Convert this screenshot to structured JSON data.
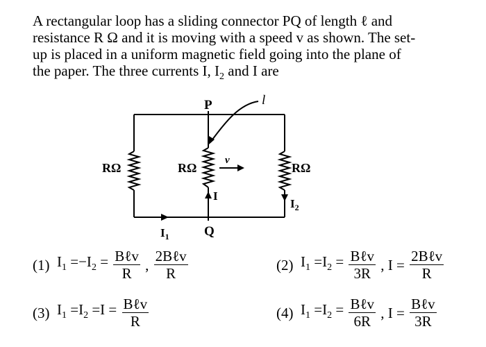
{
  "question": {
    "line1": "A rectangular loop has a sliding connector PQ of length ℓ and",
    "line2": "resistance R Ω and it is moving with a speed v as shown. The set-",
    "line3": "up is placed in a uniform magnetic field going into the plane of",
    "line4_a": "the paper. The three currents I, I",
    "line4_sub": "2",
    "line4_b": " and I are"
  },
  "circuit": {
    "label_P": "P",
    "label_Q": "Q",
    "label_l": "l",
    "label_R_left": "RΩ",
    "label_R_middle": "RΩ",
    "label_R_right": "RΩ",
    "label_v": "v",
    "label_I": "I",
    "label_I1_main": "I",
    "label_I1_sub": "1",
    "label_I2_main": "I",
    "label_I2_sub": "2"
  },
  "options": {
    "opt1": {
      "number": "(1)",
      "lhs_a": "I",
      "lhs_sub1": "1",
      "lhs_b": " =−I",
      "lhs_sub2": "2",
      "lhs_c": " =",
      "frac1_num": "Bℓv",
      "frac1_den": "R",
      "sep": ",",
      "frac2_num": "2Bℓv",
      "frac2_den": "R"
    },
    "opt2": {
      "number": "(2)",
      "lhs_a": "I",
      "lhs_sub1": "1",
      "lhs_b": " =I",
      "lhs_sub2": "2",
      "lhs_c": " =",
      "frac1_num": "Bℓv",
      "frac1_den": "3R",
      "sep": ", I =",
      "frac2_num": "2Bℓv",
      "frac2_den": "R"
    },
    "opt3": {
      "number": "(3)",
      "lhs_a": "I",
      "lhs_sub1": "1",
      "lhs_b": " =I",
      "lhs_sub2": "2",
      "lhs_c": " =I =",
      "frac1_num": "Bℓv",
      "frac1_den": "R"
    },
    "opt4": {
      "number": "(4)",
      "lhs_a": "I",
      "lhs_sub1": "1",
      "lhs_b": " =I",
      "lhs_sub2": "2",
      "lhs_c": " =",
      "frac1_num": "Bℓv",
      "frac1_den": "6R",
      "sep": ", I =",
      "frac2_num": "Bℓv",
      "frac2_den": "3R"
    }
  }
}
